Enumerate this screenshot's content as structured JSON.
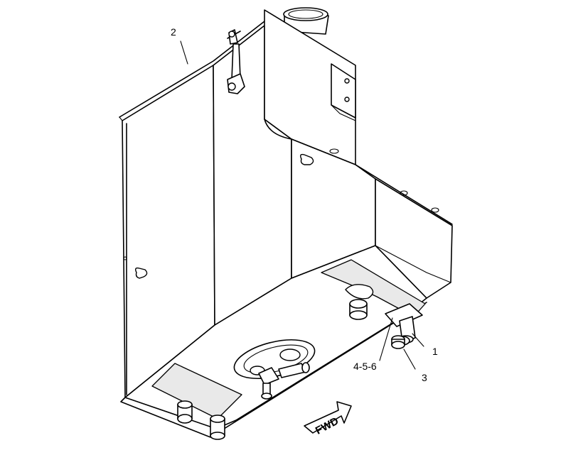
{
  "diagram": {
    "callouts": {
      "c1": "1",
      "c2": "2",
      "c3": "3",
      "c456": "4-5-6"
    },
    "direction_label": "FWD"
  }
}
